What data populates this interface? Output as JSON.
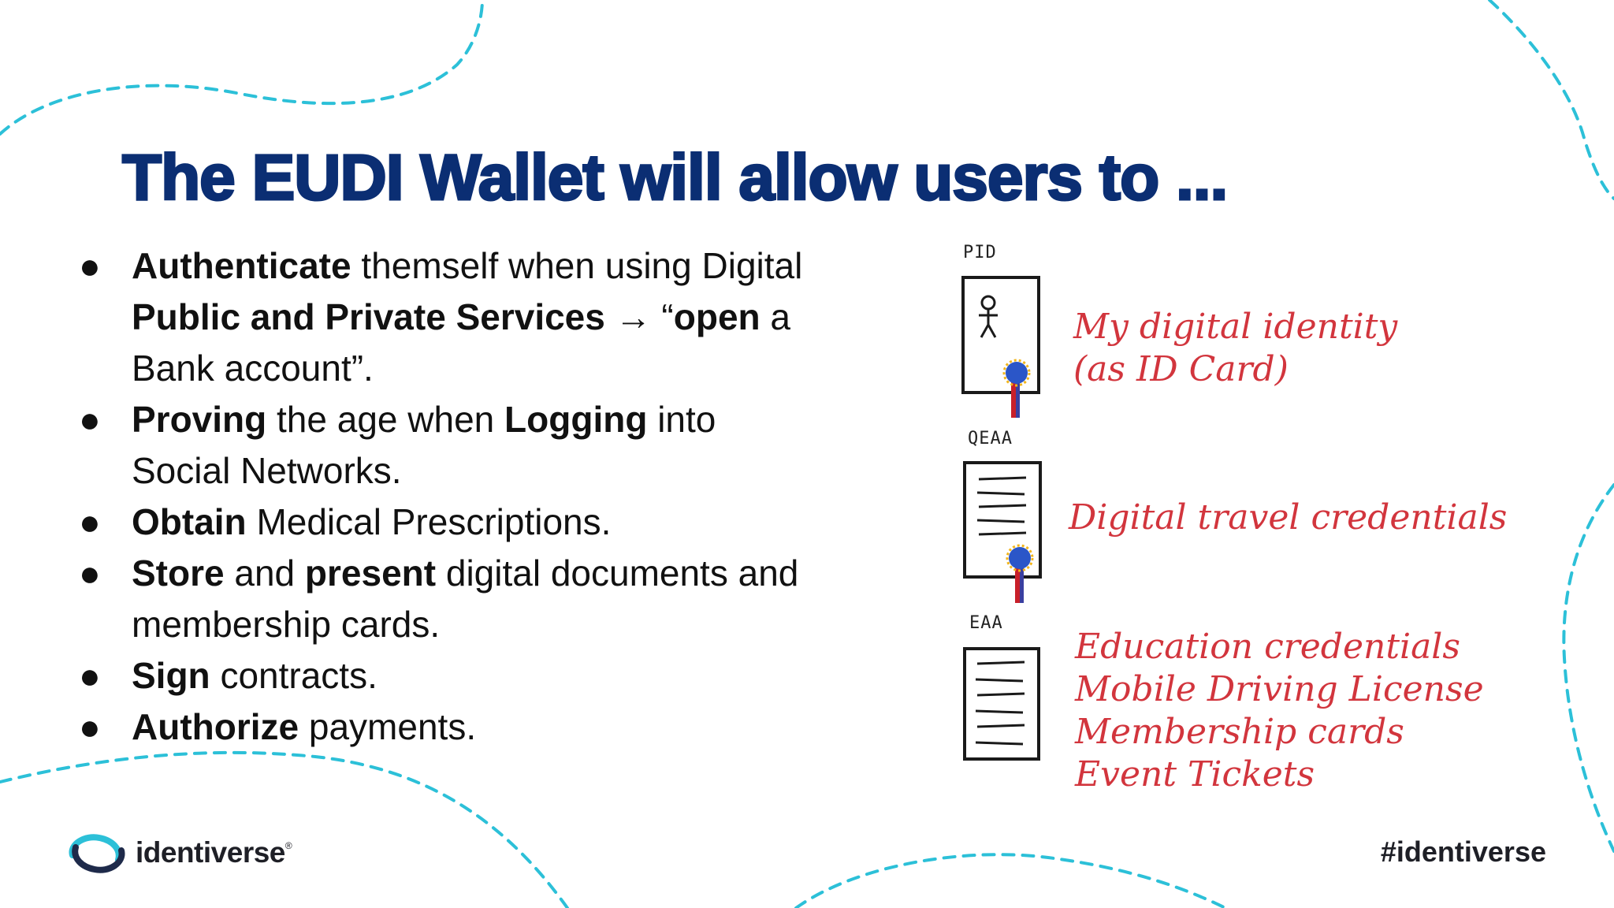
{
  "slide": {
    "title": "The EUDI Wallet will allow users to ...",
    "bullets": [
      [
        {
          "t": "Authenticate",
          "b": true
        },
        {
          "t": " themself when using Digital ",
          "b": false
        },
        {
          "t": "Public and Private Services",
          "b": true
        },
        {
          "t": " → “",
          "b": false
        },
        {
          "t": "open",
          "b": true
        },
        {
          "t": " a Bank account”.",
          "b": false
        }
      ],
      [
        {
          "t": "Proving",
          "b": true
        },
        {
          "t": " the age when ",
          "b": false
        },
        {
          "t": "Logging",
          "b": true
        },
        {
          "t": " into Social Networks.",
          "b": false
        }
      ],
      [
        {
          "t": "Obtain",
          "b": true
        },
        {
          "t": " Medical Prescriptions.",
          "b": false
        }
      ],
      [
        {
          "t": "Store",
          "b": true
        },
        {
          "t": " and ",
          "b": false
        },
        {
          "t": "present",
          "b": true
        },
        {
          "t": " digital documents and membership cards.",
          "b": false
        }
      ],
      [
        {
          "t": "Sign",
          "b": true
        },
        {
          "t": " contracts.",
          "b": false
        }
      ],
      [
        {
          "t": "Authorize",
          "b": true
        },
        {
          "t": " payments.",
          "b": false
        }
      ]
    ],
    "bullet_symbol": "●"
  },
  "cards": {
    "pid": {
      "label": "PID",
      "lines": [
        "My digital identity",
        "(as ID Card)"
      ]
    },
    "qeaa": {
      "label": "QEAA",
      "lines": [
        "Digital travel credentials"
      ]
    },
    "eaa": {
      "label": "EAA",
      "lines": [
        "Education credentials",
        "Mobile Driving License",
        "Membership cards",
        "Event Tickets"
      ]
    }
  },
  "footer": {
    "logo_text": "identiverse",
    "logo_mark": "®",
    "hashtag": "#identiverse"
  },
  "colors": {
    "title": "#0b2e73",
    "handwriting": "#d2353d",
    "wave": "#2cc0d8",
    "ribbon_red": "#c8202a",
    "ribbon_blue": "#2b56c8",
    "ribbon_gold": "#f2b51a"
  }
}
